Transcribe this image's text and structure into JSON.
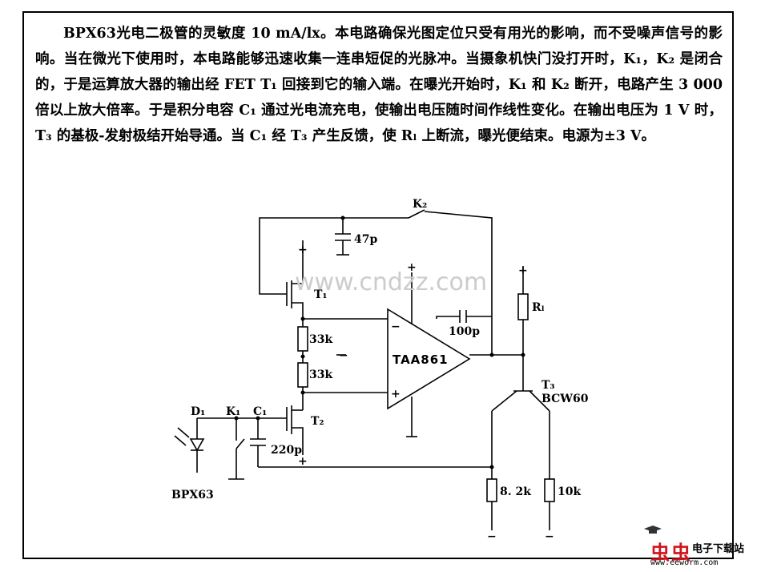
{
  "description": "BPX63光电二极管的灵敏度 10 mA/lx。本电路确保光图定位只受有用光的影响，而不受噪声信号的影响。当在微光下使用时，本电路能够迅速收集一连串短促的光脉冲。当摄象机快门没打开时，K₁，K₂ 是闭合的，于是运算放大器的输出经 FET T₁ 回接到它的输入端。在曝光开始时，K₁ 和 K₂ 断开，电路产生 3 000 倍以上放大倍率。于是积分电容 C₁ 通过光电流充电，使输出电压随时间作线性变化。在输出电压为 1 V 时，T₃ 的基极-发射极结开始导通。当 C₁ 经 T₃ 产生反馈，使 Rₗ 上断流，曝光便结束。电源为±3 V。",
  "schematic": {
    "k2": "K₂",
    "cap_47p": "47p",
    "t1": "T₁",
    "r1": "33k",
    "r2": "33k",
    "amp": "TAA861",
    "cap_100p": "100p",
    "rl": "Rₗ",
    "t3": "T₃",
    "t3_part": "BCW60",
    "d1": "D₁",
    "k1": "K₁",
    "c1": "C₁",
    "cap_220p": "220p",
    "t2": "T₂",
    "diode_part": "BPX63",
    "r_82k": "8. 2k",
    "r_10k": "10k",
    "plus": "+",
    "minus": "−"
  },
  "watermark": "www.cndzz.com",
  "logo": {
    "cn": "虫虫",
    "sub": "电子下载站",
    "url": "www.eeworm.com"
  }
}
